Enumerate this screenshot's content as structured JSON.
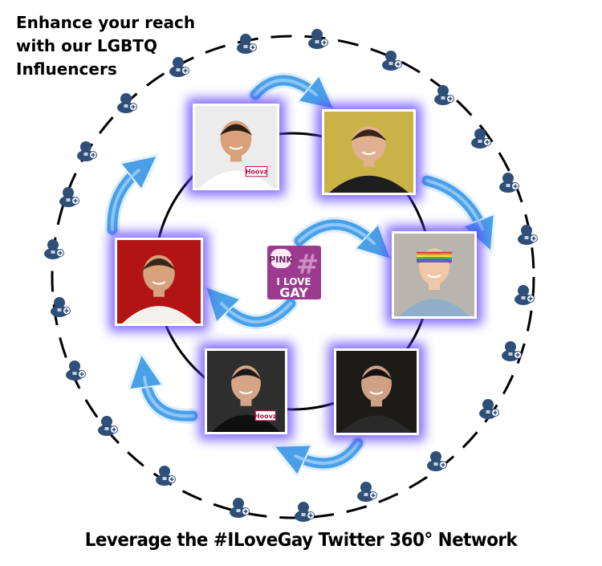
{
  "headline": {
    "line1": "Enhance your reach",
    "line2": "with our LGBTQ",
    "line3": "Influencers"
  },
  "footer": {
    "caption": "Leverage the #ILoveGay Twitter 360° Network"
  },
  "center_logo": {
    "top_word": "PINK",
    "mark": "#",
    "line1": "I LOVE",
    "line2": "GAY"
  },
  "influencers": [
    {
      "name": "influencer-top-left",
      "background": "#ececec",
      "skin": "#d9a079",
      "hair": "#2b1f18",
      "shirt": "#ffffff",
      "badge": "Hoovz"
    },
    {
      "name": "influencer-top-right",
      "background": "#c9b347",
      "skin": "#e0b090",
      "hair": "#3a2418",
      "shirt": "#1e1e1e",
      "badge": ""
    },
    {
      "name": "influencer-right",
      "background": "#b9b4ad",
      "skin": "#f0c8a8",
      "hair": "#5a3b25",
      "shirt": "#8fb0c8",
      "badge": "",
      "headband": true
    },
    {
      "name": "influencer-bottom-right",
      "background": "#1c1b18",
      "skin": "#cfa084",
      "hair": "#111111",
      "shirt": "#2a2a2a",
      "badge": ""
    },
    {
      "name": "influencer-bottom-left",
      "background": "#2e2e2e",
      "skin": "#d6a486",
      "hair": "#1a1a1a",
      "shirt": "#0f0f0f",
      "badge": "Hoovz"
    },
    {
      "name": "influencer-left",
      "background": "#b21414",
      "skin": "#d7a17c",
      "hair": "#3a2416",
      "shirt": "#f3f1ec",
      "badge": ""
    }
  ],
  "colors": {
    "arrow": "#4aa0e6",
    "glow": "#5a3cff",
    "follower": "#2f4f78",
    "follower_badge": "#ffffff",
    "logo": "#9b3a8f"
  },
  "follower_icon": "user-plus-icon",
  "arrow_icon": "curved-arrow-icon"
}
